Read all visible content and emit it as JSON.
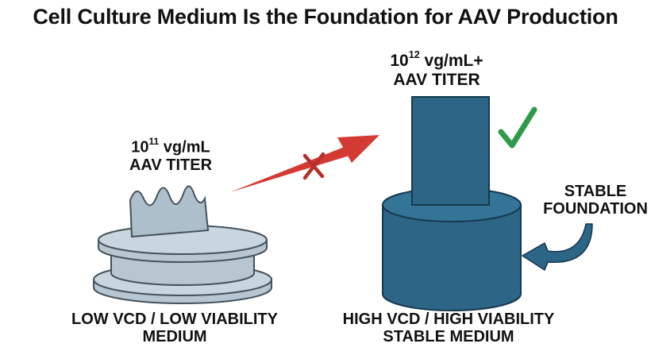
{
  "title": "Cell Culture Medium Is the Foundation for AAV Production",
  "low_side": {
    "titer_base": "10",
    "titer_exponent": "11",
    "titer_unit": " vg/mL",
    "titer_label": "AAV TITER",
    "caption_line1": "LOW VCD / LOW VIABILITY",
    "caption_line2": "MEDIUM"
  },
  "high_side": {
    "titer_base": "10",
    "titer_exponent": "12",
    "titer_unit": " vg/mL+",
    "titer_label": "AAV TITER",
    "caption_line1": "HIGH VCD / HIGH VIABILITY",
    "caption_line2": "STABLE MEDIUM",
    "foundation_line1": "STABLE",
    "foundation_line2": "FOUNDATION"
  },
  "colors": {
    "low_platform": "#c9d6e0",
    "low_stroke": "#44525c",
    "high_block": "#2c6586",
    "high_stroke": "#16384d",
    "arrow_red": "#d33a33",
    "check_green": "#2e9a4a",
    "pointer_arrow": "#2c6586"
  },
  "icons": {
    "cross": "cross-mark-icon",
    "check": "check-mark-icon",
    "arrow": "curved-arrow-icon"
  }
}
